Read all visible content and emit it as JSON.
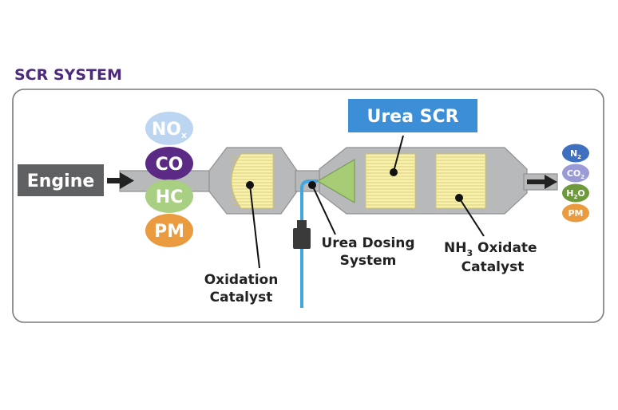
{
  "title": "SCR SYSTEM",
  "engine_label": "Engine",
  "urea_scr_label": "Urea SCR",
  "inputs": [
    {
      "base": "NO",
      "sub": "x",
      "color": "#bcd6f2",
      "text_color": "#ffffff"
    },
    {
      "base": "CO",
      "sub": "",
      "color": "#5a2a84",
      "text_color": "#ffffff"
    },
    {
      "base": "HC",
      "sub": "",
      "color": "#a9cf82",
      "text_color": "#ffffff"
    },
    {
      "base": "PM",
      "sub": "",
      "color": "#ea9a3f",
      "text_color": "#ffffff"
    }
  ],
  "outputs": [
    {
      "parts": [
        {
          "t": "N",
          "s": ""
        },
        {
          "t": "2",
          "s": "sub"
        }
      ],
      "color": "#3f6fbf"
    },
    {
      "parts": [
        {
          "t": "CO",
          "s": ""
        },
        {
          "t": "2",
          "s": "sub"
        }
      ],
      "color": "#9a9bd6"
    },
    {
      "parts": [
        {
          "t": "H",
          "s": ""
        },
        {
          "t": "2",
          "s": "sub"
        },
        {
          "t": "O",
          "s": ""
        }
      ],
      "color": "#6f9a3c"
    },
    {
      "parts": [
        {
          "t": "PM",
          "s": ""
        }
      ],
      "color": "#ea9a3f"
    }
  ],
  "labels": {
    "oxidation_line1": "Oxidation",
    "oxidation_line2": "Catalyst",
    "dosing_line1": "Urea Dosing",
    "dosing_line2": "System",
    "nh3_base": "NH",
    "nh3_sub": "3",
    "nh3_rest": " Oxidate",
    "nh3_line2": "Catalyst"
  },
  "colors": {
    "title": "#4b2a7b",
    "engine_bg": "#5f6062",
    "urea_scr_bg": "#3c8fd6",
    "pipe": "#b8b9bb",
    "pipe_stroke": "#8f9092",
    "catalyst": "#f7f1ad",
    "catalyst_lines": "#d2c36a",
    "cone": "#a7cc76",
    "dosing_line": "#3fa6e0",
    "frame": "#7a7a7a"
  }
}
